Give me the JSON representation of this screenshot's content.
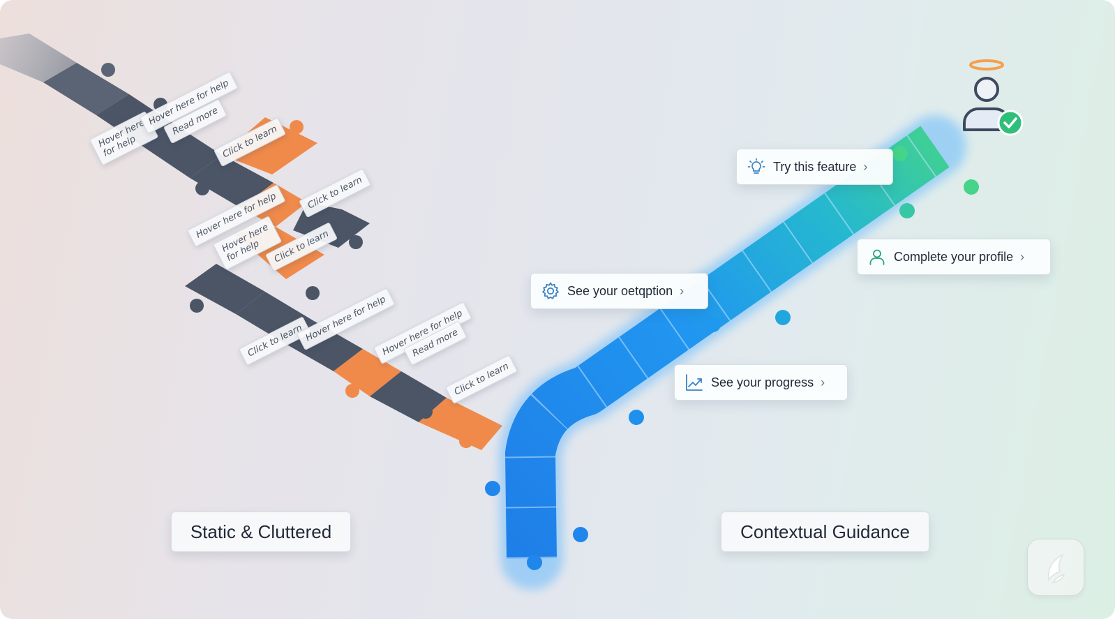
{
  "left_panel": {
    "title": "Static & Cluttered",
    "tooltips": [
      {
        "text": "Hover here\nfor help"
      },
      {
        "text": "Hover here for help"
      },
      {
        "text": "Read more"
      },
      {
        "text": "Click to learn"
      },
      {
        "text": "Click to learn"
      },
      {
        "text": "Hover here for help"
      },
      {
        "text": "Hover here\nfor help"
      },
      {
        "text": "Click to learn"
      },
      {
        "text": "Click to learn"
      },
      {
        "text": "Hover here for help"
      },
      {
        "text": "Hover here for help"
      },
      {
        "text": "Read more"
      },
      {
        "text": "Click to learn"
      }
    ]
  },
  "right_panel": {
    "title": "Contextual Guidance",
    "guides": [
      {
        "label": "Try this feature",
        "icon": "lightbulb-icon"
      },
      {
        "label": "Complete your profile",
        "icon": "user-icon"
      },
      {
        "label": "See your oetqption",
        "icon": "gear-icon"
      },
      {
        "label": "See your progress",
        "icon": "trend-chart-icon"
      }
    ]
  },
  "colors": {
    "dark_piece": "#4b5566",
    "orange_piece": "#f08a4b",
    "blue_piece": "#1f8ef0",
    "green_piece": "#3fd08a",
    "check_badge": "#2fbf7a",
    "halo": "#f6a04d"
  }
}
